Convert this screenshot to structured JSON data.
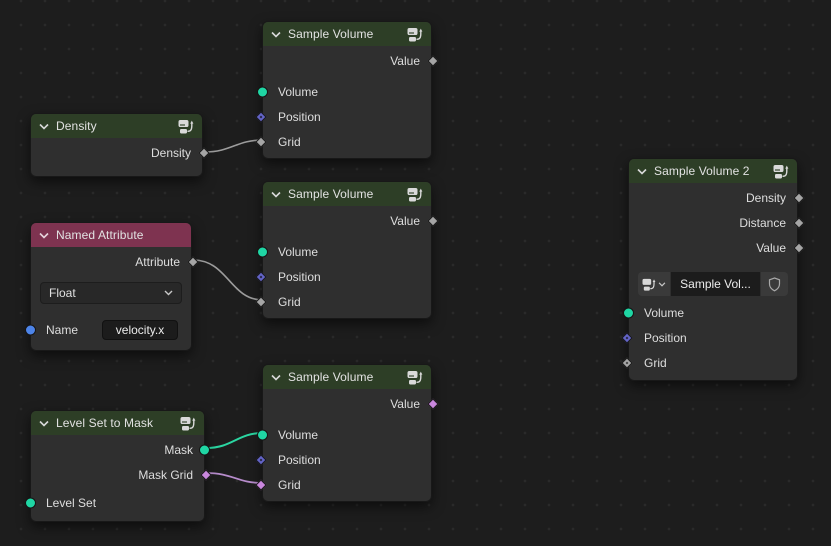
{
  "editor": {
    "type": "node-editor",
    "background_color": "#1d1d1d",
    "grid_dot_color": "#2a2a2a"
  },
  "colors": {
    "node_body": "#303030",
    "header_green": "#2d3e26",
    "header_red": "#7e3350",
    "socket_teal": "#1fd6a4",
    "socket_vector_blue": "#6364c7",
    "socket_string_blue": "#4d84e8",
    "socket_gray": "#a5a5a5",
    "socket_purple": "#ca87de",
    "wire_gray": "#9c9c9c",
    "wire_teal": "#2bd6a2",
    "wire_purple": "#b78ccc"
  },
  "nodes": [
    {
      "title": "Sample Volume",
      "outputs": [
        "Value"
      ],
      "inputs": [
        "Volume",
        "Position",
        "Grid"
      ]
    },
    {
      "title": "Density",
      "outputs": [
        "Density"
      ]
    },
    {
      "title": "Sample Volume",
      "outputs": [
        "Value"
      ],
      "inputs": [
        "Volume",
        "Position",
        "Grid"
      ]
    },
    {
      "title": "Named Attribute",
      "outputs": [
        "Attribute"
      ],
      "dropdown_value": "Float",
      "name_label": "Name",
      "name_value": "velocity.x"
    },
    {
      "title": "Sample Volume",
      "outputs": [
        "Value"
      ],
      "inputs": [
        "Volume",
        "Position",
        "Grid"
      ]
    },
    {
      "title": "Level Set to Mask",
      "outputs": [
        "Mask",
        "Mask Grid"
      ],
      "inputs": [
        "Level Set"
      ]
    },
    {
      "title": "Sample Volume 2",
      "outputs": [
        "Density",
        "Distance",
        "Value"
      ],
      "group_name": "Sample Vol...",
      "inputs": [
        "Volume",
        "Position",
        "Grid"
      ]
    }
  ],
  "wires": [
    {
      "from": "Density.Density",
      "to": "SampleVolumeTop.Grid",
      "color": "gray"
    },
    {
      "from": "NamedAttribute.Attribute",
      "to": "SampleVolumeMiddle.Grid",
      "color": "gray"
    },
    {
      "from": "LevelSetToMask.Mask",
      "to": "SampleVolumeBottom.Volume",
      "color": "teal"
    },
    {
      "from": "LevelSetToMask.MaskGrid",
      "to": "SampleVolumeBottom.Grid",
      "color": "purple"
    }
  ]
}
